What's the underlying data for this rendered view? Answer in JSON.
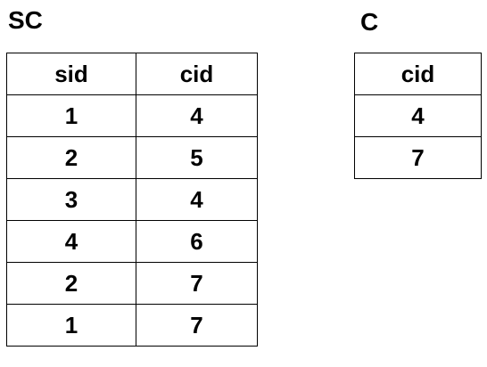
{
  "tables": [
    {
      "title": "SC",
      "headers": [
        "sid",
        "cid"
      ],
      "rows": [
        [
          "1",
          "4"
        ],
        [
          "2",
          "5"
        ],
        [
          "3",
          "4"
        ],
        [
          "4",
          "6"
        ],
        [
          "2",
          "7"
        ],
        [
          "1",
          "7"
        ]
      ]
    },
    {
      "title": "C",
      "headers": [
        "cid"
      ],
      "rows": [
        [
          "4"
        ],
        [
          "7"
        ]
      ]
    }
  ]
}
